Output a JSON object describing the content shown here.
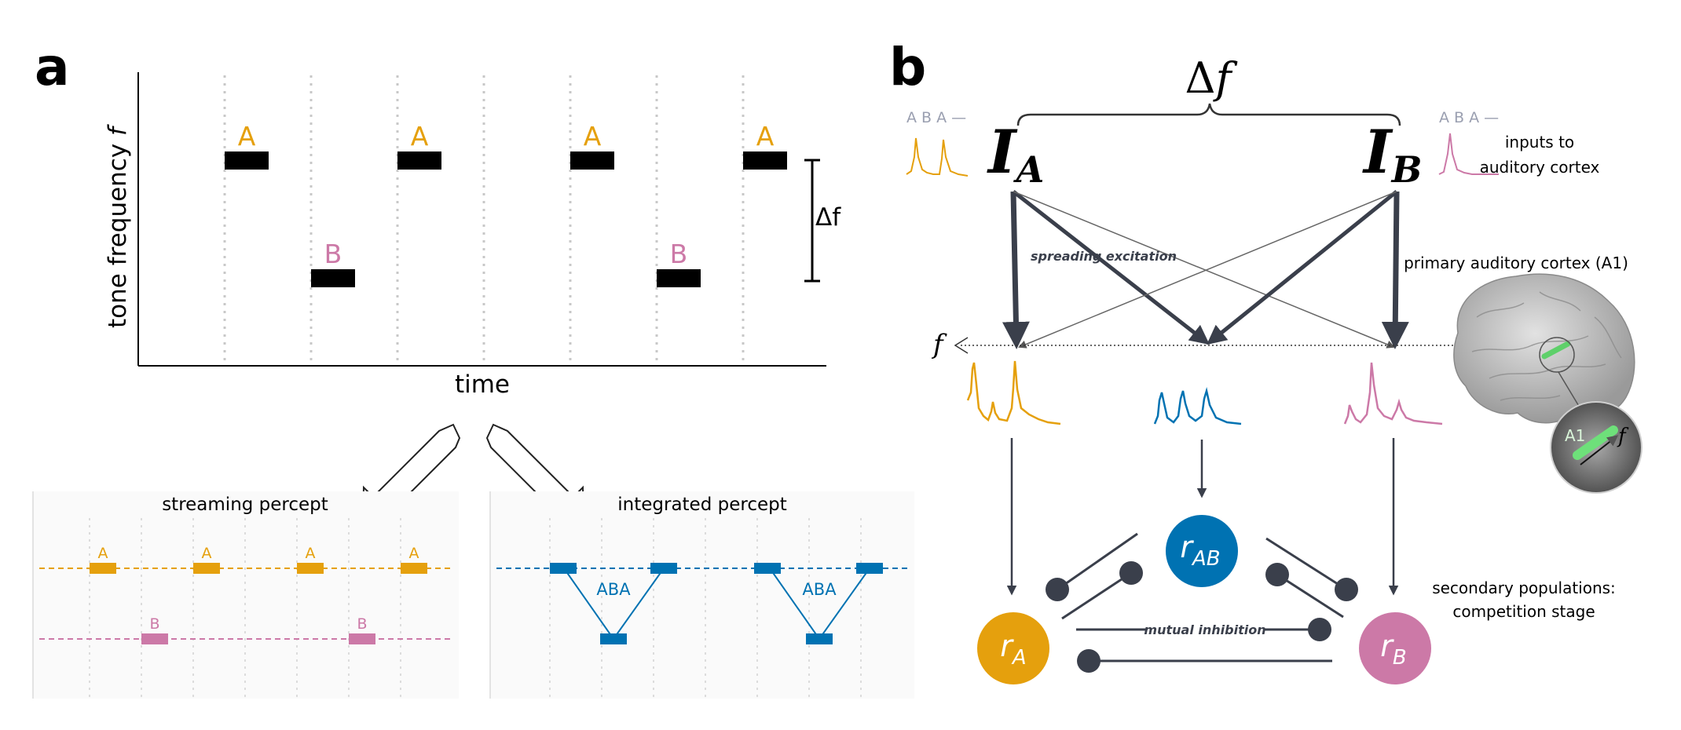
{
  "panel_a": {
    "letter": "a",
    "ylabel": "tone frequency ",
    "ylabel_var": "f",
    "xlabel": "time",
    "delta_f": "Δf",
    "tone_a": "A",
    "tone_b": "B",
    "streaming_title": "streaming percept",
    "integrated_title": "integrated percept",
    "small_a": "A",
    "small_b": "B",
    "aba": "ABA"
  },
  "panel_b": {
    "letter": "b",
    "delta_f": "Δ",
    "delta_f_var": "f",
    "input_a": "I",
    "input_a_sub": "A",
    "input_b": "I",
    "input_b_sub": "B",
    "seq_label": "A B A —",
    "inputs_note_1": "inputs to",
    "inputs_note_2": "auditory cortex",
    "spreading": "spreading excitation",
    "axis_f": "f",
    "a1_title": "primary auditory cortex (A1)",
    "a1_inset": "A1",
    "a1_inset_f": "f",
    "r_a": "r",
    "r_a_sub": "A",
    "r_ab": "r",
    "r_ab_sub": "AB",
    "r_b": "r",
    "r_b_sub": "B",
    "mutual": "mutual inhibition",
    "secondary_1": "secondary populations:",
    "secondary_2": "competition stage"
  },
  "colors": {
    "a_color": "#E5A00D",
    "b_color": "#CC79A7",
    "ab_color": "#0072B2",
    "dark": "#3a3f4b",
    "gray": "#9a9fb0"
  }
}
